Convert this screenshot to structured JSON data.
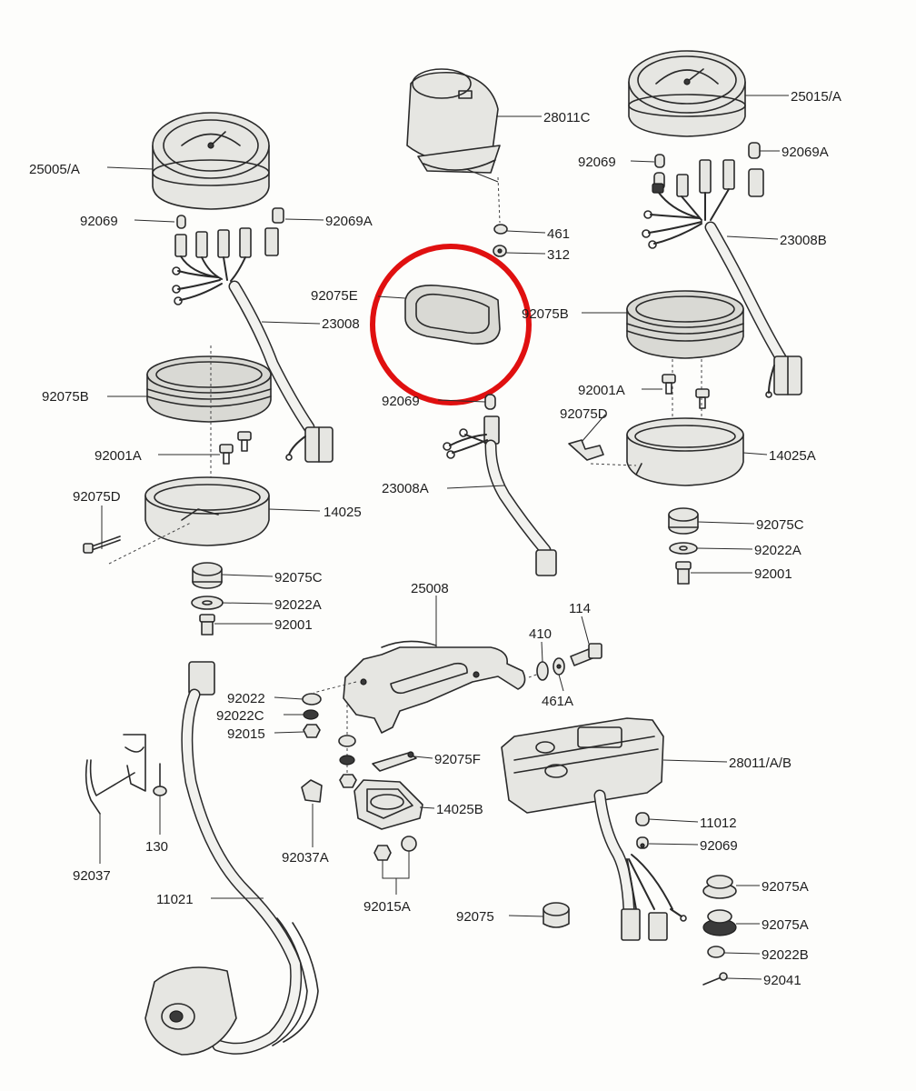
{
  "highlight": {
    "color": "#e01010",
    "target": "92075E"
  },
  "labels": {
    "l_25005A": "25005/A",
    "l_92069_l": "92069",
    "l_92069A_l": "92069A",
    "l_23008_l": "23008",
    "l_92075B_l": "92075B",
    "l_92001A_l": "92001A",
    "l_92075D_l": "92075D",
    "l_14025": "14025",
    "l_92075C_l": "92075C",
    "l_92022A_l": "92022A",
    "l_92001_l": "92001",
    "l_28011C": "28011C",
    "l_461": "461",
    "l_312": "312",
    "l_92075E": "92075E",
    "l_92069_m": "92069",
    "l_23008A": "23008A",
    "l_25015A": "25015/A",
    "l_92069_r": "92069",
    "l_92069A_r": "92069A",
    "l_23008B": "23008B",
    "l_92075B_r": "92075B",
    "l_92001A_r": "92001A",
    "l_92075D_r": "92075D",
    "l_14025A": "14025A",
    "l_92075C_r": "92075C",
    "l_92022A_r": "92022A",
    "l_92001_r": "92001",
    "l_25008": "25008",
    "l_114": "114",
    "l_410": "410",
    "l_461A": "461A",
    "l_92022": "92022",
    "l_92022C": "92022C",
    "l_92015": "92015",
    "l_92075F": "92075F",
    "l_28011AB": "28011/A/B",
    "l_14025B": "14025B",
    "l_92037A": "92037A",
    "l_92015A": "92015A",
    "l_92037": "92037",
    "l_130": "130",
    "l_11021": "11021",
    "l_92075": "92075",
    "l_11012": "11012",
    "l_92069_b": "92069",
    "l_92075A_1": "92075A",
    "l_92075A_2": "92075A",
    "l_92022B": "92022B",
    "l_92041": "92041"
  }
}
